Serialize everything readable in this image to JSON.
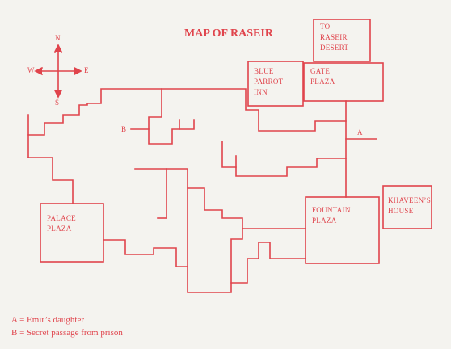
{
  "map": {
    "title": "MAP OF RASEIR",
    "compass": {
      "north": "N",
      "south": "S",
      "east": "E",
      "west": "W"
    },
    "places": {
      "desert": [
        "TO",
        "RASEIR",
        "DESERT"
      ],
      "inn": [
        "BLUE",
        "PARROT",
        "INN"
      ],
      "gate": [
        "GATE",
        "PLAZA"
      ],
      "fountain": [
        "FOUNTAIN",
        "PLAZA"
      ],
      "khaveen": [
        "KHAVEEN’S",
        "HOUSE"
      ],
      "palace": [
        "PALACE",
        "PLAZA"
      ]
    },
    "markers": {
      "a": "A",
      "b": "B"
    },
    "legend": [
      "A = Emir’s daughter",
      "B = Secret passage from prison"
    ],
    "colors": {
      "ink": "#e0444c",
      "paper": "#f4f3ef"
    }
  }
}
